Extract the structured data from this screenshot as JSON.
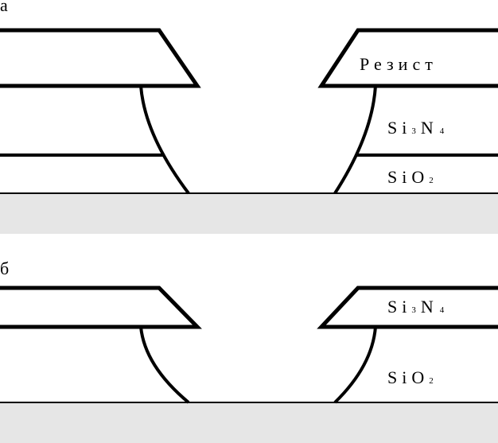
{
  "panel_a": {
    "letter": "а",
    "labels": {
      "resist": "Резист",
      "nitride_main": "Si",
      "nitride_sub": "3",
      "nitride_n": "N",
      "nitride_sub2": "4",
      "oxide_main": "SiO",
      "oxide_sub": "2"
    }
  },
  "panel_b": {
    "letter": "б",
    "labels": {
      "nitride_main": "Si",
      "nitride_sub": "3",
      "nitride_n": "N",
      "nitride_sub2": "4",
      "oxide_main": "SiO",
      "oxide_sub": "2"
    }
  },
  "colors": {
    "substrate": "#e6e6e6",
    "line": "#000000"
  }
}
